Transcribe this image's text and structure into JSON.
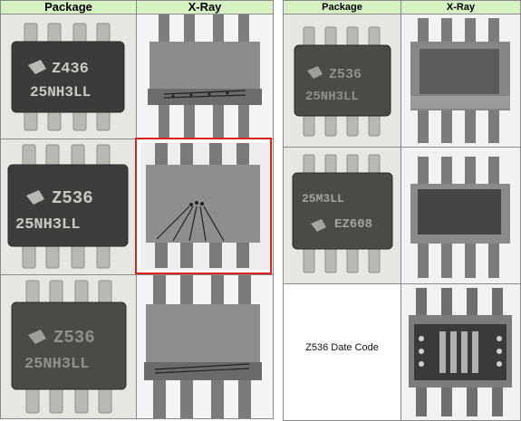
{
  "left_table": {
    "headers": {
      "package": "Package",
      "xray": "X-Ray"
    },
    "rows": [
      {
        "marking_line1": "Z436",
        "marking_line2": "25NH3LL",
        "selected": false
      },
      {
        "marking_line1": "Z536",
        "marking_line2": "25NH3LL",
        "selected": true
      },
      {
        "marking_line1": "Z536",
        "marking_line2": "25NH3LL",
        "selected": false
      }
    ]
  },
  "right_table": {
    "headers": {
      "package": "Package",
      "xray": "X-Ray"
    },
    "rows": [
      {
        "marking_line1": "Z536",
        "marking_line2": "25NH3LL"
      },
      {
        "marking_line1": "25M3LL",
        "marking_line2": "EZ608"
      },
      {
        "caption": "Z536 Date Code"
      }
    ]
  },
  "colors": {
    "header_bg": "#d6f2c2",
    "highlight": "#e0201a",
    "border": "#8a8a8a"
  }
}
